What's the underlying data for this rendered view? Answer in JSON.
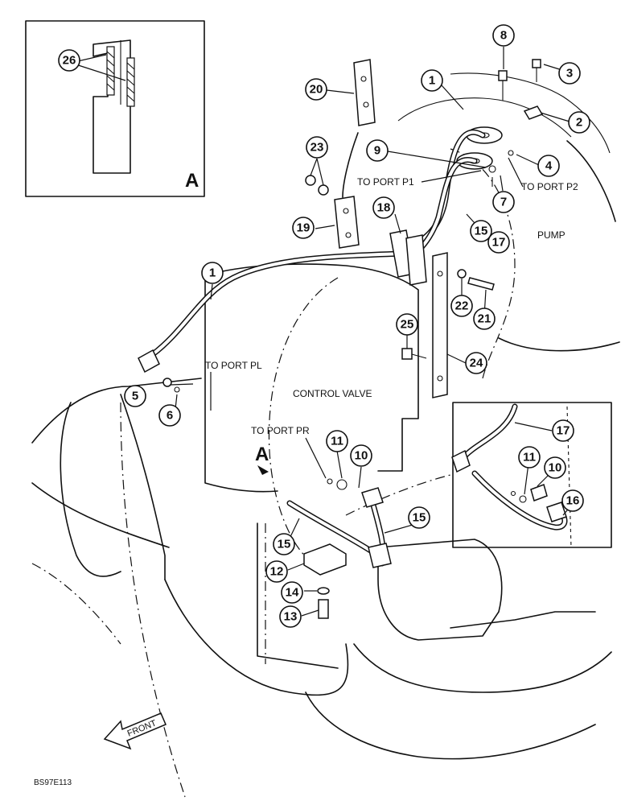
{
  "labels": {
    "to_port_p1": "TO PORT P1",
    "to_port_p2": "TO PORT P2",
    "to_port_pl": "TO PORT PL",
    "to_port_pr": "TO PORT PR",
    "pump": "PUMP",
    "control_valve": "CONTROL VALVE",
    "view_a_inset": "A",
    "view_a_arrow": "A",
    "front": "FRONT",
    "drawing_number": "BS97E113"
  },
  "callouts": {
    "c1a": "1",
    "c1b": "1",
    "c2": "2",
    "c3": "3",
    "c4": "4",
    "c5": "5",
    "c6": "6",
    "c7": "7",
    "c8": "8",
    "c9": "9",
    "c10a": "10",
    "c10b": "10",
    "c11a": "11",
    "c11b": "11",
    "c12": "12",
    "c13": "13",
    "c14": "14",
    "c15a": "15",
    "c15b": "15",
    "c15c": "15",
    "c16": "16",
    "c17a": "17",
    "c17b": "17",
    "c18": "18",
    "c19": "19",
    "c20": "20",
    "c21": "21",
    "c22": "22",
    "c23": "23",
    "c24": "24",
    "c25": "25",
    "c26": "26"
  }
}
